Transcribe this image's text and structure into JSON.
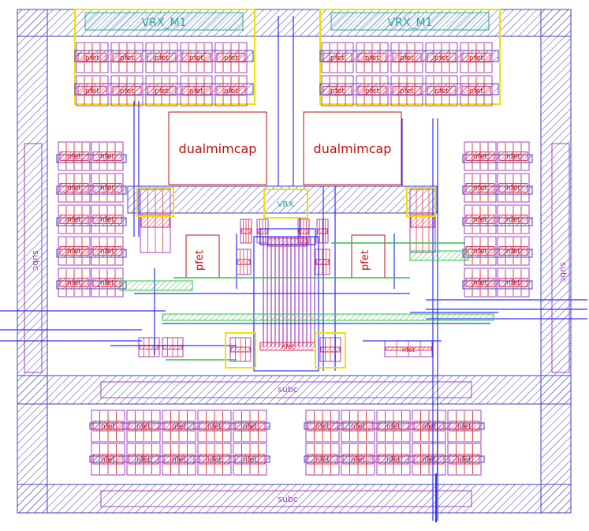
{
  "labels": {
    "vrx_left": "VRX_M1",
    "vrx_right": "VRX_M1",
    "cap_left": "dualmimcap",
    "cap_right": "dualmimcap",
    "subc_left": "subc",
    "subc_right": "subc",
    "subc_mid": "subc",
    "subc_bottom": "subc",
    "pfet_left": "pfet",
    "pfet_right": "pfet",
    "nfet": "nfet",
    "pfet_cell": "pfet",
    "nfet_tiny": "nfet",
    "vrx_center": "VRX"
  },
  "colors": {
    "background": "#ffffff",
    "guard_ring": "#4040c0",
    "metal": "#3030ff",
    "well": "#a040c0",
    "diffusion": "#e03060",
    "poly": "#e04040",
    "highlight": "#f0e000",
    "via": "#30c040",
    "teal": "#30a0a0",
    "dark_red": "#c01010"
  }
}
